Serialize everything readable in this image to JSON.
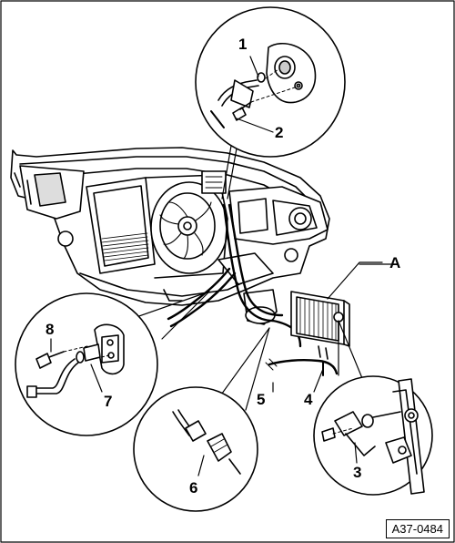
{
  "diagram": {
    "callouts": {
      "c1": "1",
      "c2": "2",
      "c3": "3",
      "c4": "4",
      "c5": "5",
      "c6": "6",
      "c7": "7",
      "c8": "8",
      "cA": "A"
    },
    "reference_code": "A37-0484",
    "line_color": "#000000",
    "background_color": "#ffffff"
  }
}
